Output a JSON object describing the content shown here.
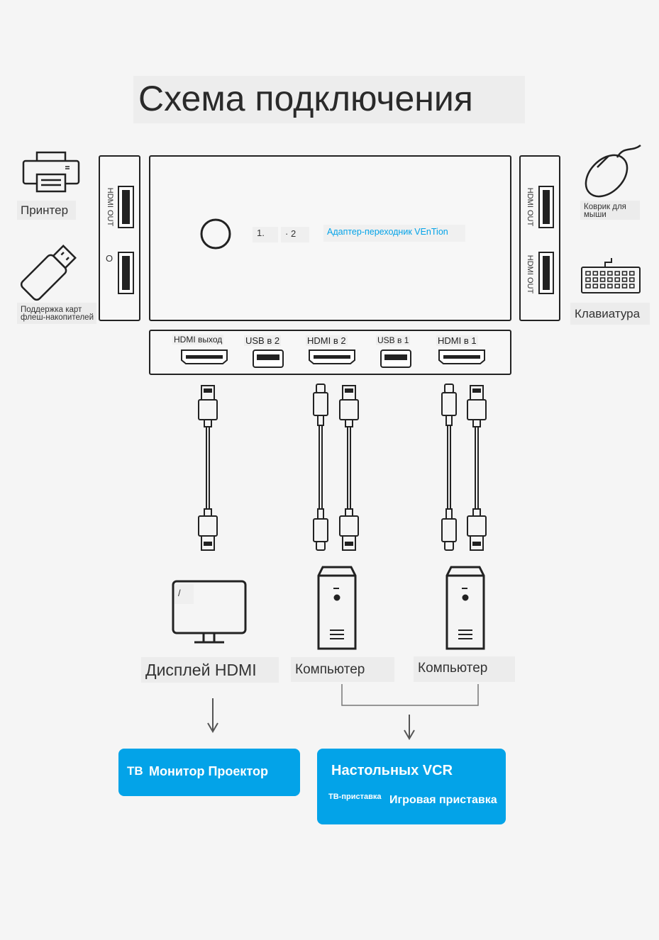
{
  "title": "Схема подключения",
  "left_devices": {
    "printer_label": "Принтер",
    "flash_label": "Поддержка карт флеш-накопителей"
  },
  "right_devices": {
    "mouse_label": "Коврик для мыши",
    "keyboard_label": "Клавиатура"
  },
  "side_panels": {
    "left_port_label": "HDMI OUT",
    "left_misc": "O",
    "right_port_label_1": "HDMI OUT",
    "right_port_label_2": "HDMI OUT"
  },
  "switch": {
    "num1": "1.",
    "num2": "· 2",
    "adapter_label": "Адаптер-переходник VEnTion"
  },
  "ports": [
    "HDMI выход",
    "USB в 2",
    "HDMI в 2",
    "USB в 1",
    "HDMI в 1"
  ],
  "monitor_screen_mark": "/",
  "outputs": {
    "display_label": "Дисплей HDMI",
    "computer1_label": "Компьютер",
    "computer2_label": "Компьютер"
  },
  "bottom": {
    "left_box_tv": "ТВ",
    "left_box_text": "Монитор Проектор",
    "right_box_title": "Настольных VCR",
    "right_box_small": "ТВ-приставка",
    "right_box_text": "Игровая приставка"
  },
  "colors": {
    "accent": "#03a3e8",
    "line": "#222222",
    "label_bg": "#ececec"
  }
}
